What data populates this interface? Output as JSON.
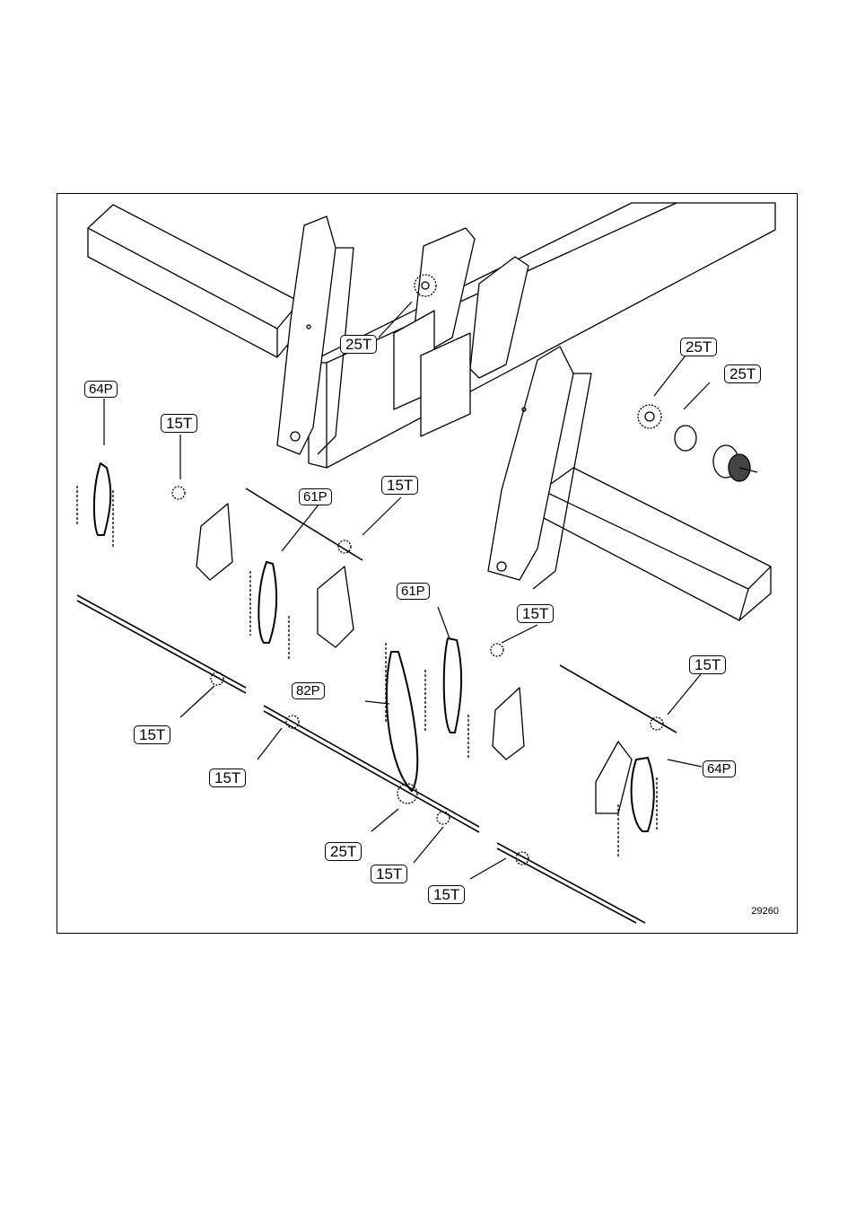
{
  "figure": {
    "number": "29260",
    "callouts": {
      "c_25t_top_left": "25T",
      "c_25t_right_a": "25T",
      "c_25t_right_b": "25T",
      "c_64p_left": "64P",
      "c_15t_upper_left": "15T",
      "c_61p_upper": "61P",
      "c_15t_upper_mid": "15T",
      "c_61p_mid": "61P",
      "c_15t_mid": "15T",
      "c_15t_right": "15T",
      "c_82p": "82P",
      "c_15t_left_shaft": "15T",
      "c_15t_lower_left": "15T",
      "c_64p_right": "64P",
      "c_25t_bottom": "25T",
      "c_15t_bottom_mid": "15T",
      "c_15t_bottom": "15T"
    }
  }
}
